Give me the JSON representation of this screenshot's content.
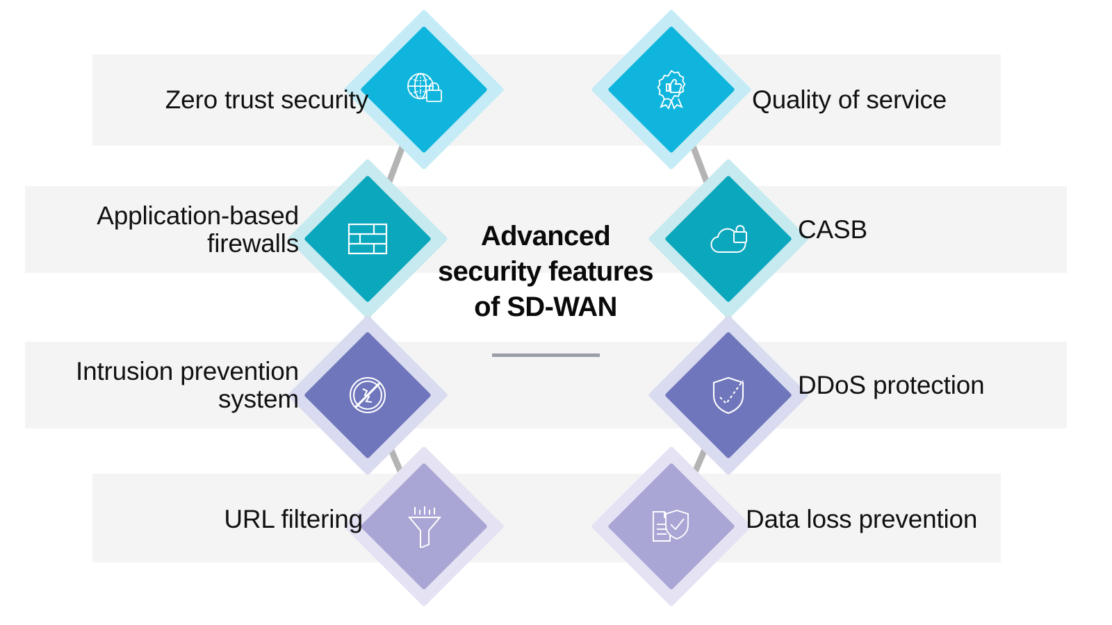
{
  "center": {
    "title": "Advanced\nsecurity features\nof SD-WAN",
    "divider": "horizontal-rule"
  },
  "palette": {
    "background": "#ffffff",
    "band": "#f4f4f4",
    "connector": "#b4b4b4",
    "text": "#111111",
    "cyan": "#0fb5dd",
    "cyan_halo": "#c5ecf6",
    "teal": "#0ba7bd",
    "teal_halo": "#c6eaef",
    "indigo": "#6f76bc",
    "indigo_halo": "#d9dbf0",
    "lavender": "#a9a5d4",
    "lavender_halo": "#e4e2f3",
    "divider": "#9a9ea6"
  },
  "nodes": [
    {
      "id": "zero-trust",
      "label": "Zero trust\nsecurity",
      "icon": "globe-lock-icon",
      "side": "left",
      "color": "#0fb5dd",
      "halo": "#c5ecf6"
    },
    {
      "id": "application-based-firewalls",
      "label": "Application-based\nfirewalls",
      "icon": "brick-wall-icon",
      "side": "left",
      "color": "#0ba7bd",
      "halo": "#c6eaef"
    },
    {
      "id": "intrusion-prevention-system",
      "label": "Intrusion\nprevention system",
      "icon": "no-intrusion-icon",
      "side": "left",
      "color": "#6f76bc",
      "halo": "#d9dbf0"
    },
    {
      "id": "url-filtering",
      "label": "URL\nfiltering",
      "icon": "funnel-filter-icon",
      "side": "left",
      "color": "#a9a5d4",
      "halo": "#e4e2f3"
    },
    {
      "id": "quality-of-service",
      "label": "Quality of\nservice",
      "icon": "quality-badge-thumbsup-icon",
      "side": "right",
      "color": "#0fb5dd",
      "halo": "#c5ecf6"
    },
    {
      "id": "casb",
      "label": "CASB",
      "icon": "cloud-lock-icon",
      "side": "right",
      "color": "#0ba7bd",
      "halo": "#c6eaef"
    },
    {
      "id": "ddos-protection",
      "label": "DDoS\nprotection",
      "icon": "shield-check-arrow-icon",
      "side": "right",
      "color": "#6f76bc",
      "halo": "#d9dbf0"
    },
    {
      "id": "data-loss-prevention",
      "label": "Data loss\nprevention",
      "icon": "document-shield-check-icon",
      "side": "right",
      "color": "#a9a5d4",
      "halo": "#e4e2f3"
    }
  ]
}
